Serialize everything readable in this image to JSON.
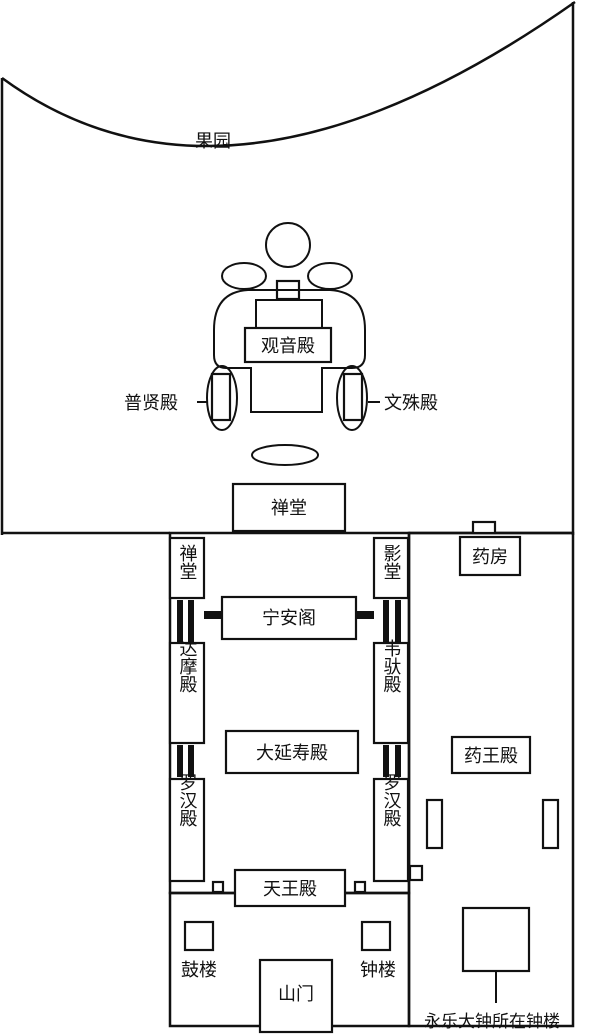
{
  "labels": {
    "orchard": "果园",
    "guanyin_hall": "观音殿",
    "puxian_hall": "普贤殿",
    "wenshu_hall": "文殊殿",
    "chan_hall_top": "禅堂",
    "pharmacy": "药房",
    "chan_hall_left": "禅堂",
    "ying_hall": "影堂",
    "ningan_pavilion": "宁安阁",
    "damo_hall": "达摩殿",
    "weituo_hall": "韦驮殿",
    "dayanshou_hall": "大延寿殿",
    "yaowang_hall": "药王殿",
    "luohan_left": "罗汉殿",
    "luohan_right": "罗汉殿",
    "tianwang_hall": "天王殿",
    "drum_tower": "鼓楼",
    "bell_tower": "钟楼",
    "mountain_gate": "山门",
    "yongle_bell_tower": "永乐大钟所在钟楼"
  }
}
